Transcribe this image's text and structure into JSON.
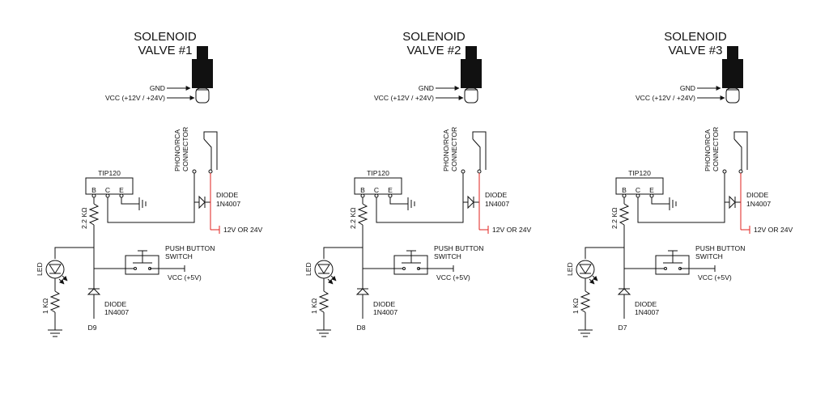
{
  "common": {
    "gnd_label": "GND",
    "vcc_label": "VCC (+12V / +24V)",
    "connector_line1": "PHONO/RCA",
    "connector_line2": "CONNECTOR",
    "transistor": "TIP120",
    "pin_b": "B",
    "pin_c": "C",
    "pin_e": "E",
    "diode_line1": "DIODE",
    "diode_line2": "1N4007",
    "supply_label": "12V OR 24V",
    "resistor_base": "2.2 KΩ",
    "pushbutton_line1": "PUSH BUTTON",
    "pushbutton_line2": "SWITCH",
    "vcc5_label": "VCC (+5V)",
    "led_label": "LED",
    "resistor_led": "1 KΩ",
    "lower_diode_line1": "DIODE",
    "lower_diode_line2": "1N4007"
  },
  "colors": {
    "wire": "#111111",
    "supply_wire": "#e0201e"
  },
  "circuits": [
    {
      "title_line1": "SOLENOID",
      "title_line2": "VALVE #1",
      "diode_ref": "D9"
    },
    {
      "title_line1": "SOLENOID",
      "title_line2": "VALVE #2",
      "diode_ref": "D8"
    },
    {
      "title_line1": "SOLENOID",
      "title_line2": "VALVE #3",
      "diode_ref": "D7"
    }
  ]
}
